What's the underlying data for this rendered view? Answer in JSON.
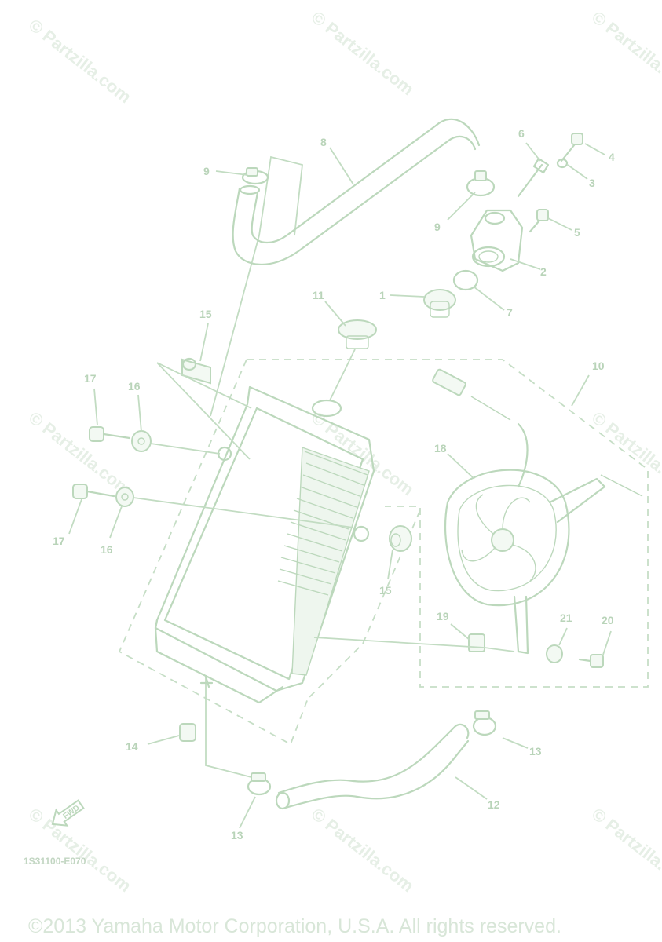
{
  "watermark": "© Partzilla.com",
  "diagram_code": "1S31100-E070",
  "fwd_label": "FWD",
  "copyright": "©2013 Yamaha Motor Corporation, U.S.A. All rights reserved.",
  "callouts": {
    "c1": "1",
    "c2": "2",
    "c3": "3",
    "c4": "4",
    "c5": "5",
    "c6": "6",
    "c7": "7",
    "c8": "8",
    "c9a": "9",
    "c9b": "9",
    "c10": "10",
    "c11": "11",
    "c12": "12",
    "c13a": "13",
    "c13b": "13",
    "c14": "14",
    "c15a": "15",
    "c15b": "15",
    "c16a": "16",
    "c16b": "16",
    "c17a": "17",
    "c17b": "17",
    "c18": "18",
    "c19": "19",
    "c20": "20",
    "c21": "21"
  }
}
